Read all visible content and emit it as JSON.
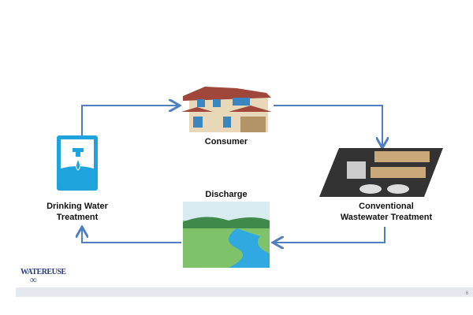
{
  "nodes": {
    "consumer": "Consumer",
    "drinking_water": [
      "Drinking Water",
      "Treatment"
    ],
    "wastewater": [
      "Conventional",
      "Wastewater Treatment"
    ],
    "discharge": "Discharge"
  },
  "logo": "WATEREUSE",
  "page_number": "6",
  "colors": {
    "arrow": "#4f7fbf",
    "water_box": "#1ea3dc",
    "footer": "#e4e8ef"
  }
}
